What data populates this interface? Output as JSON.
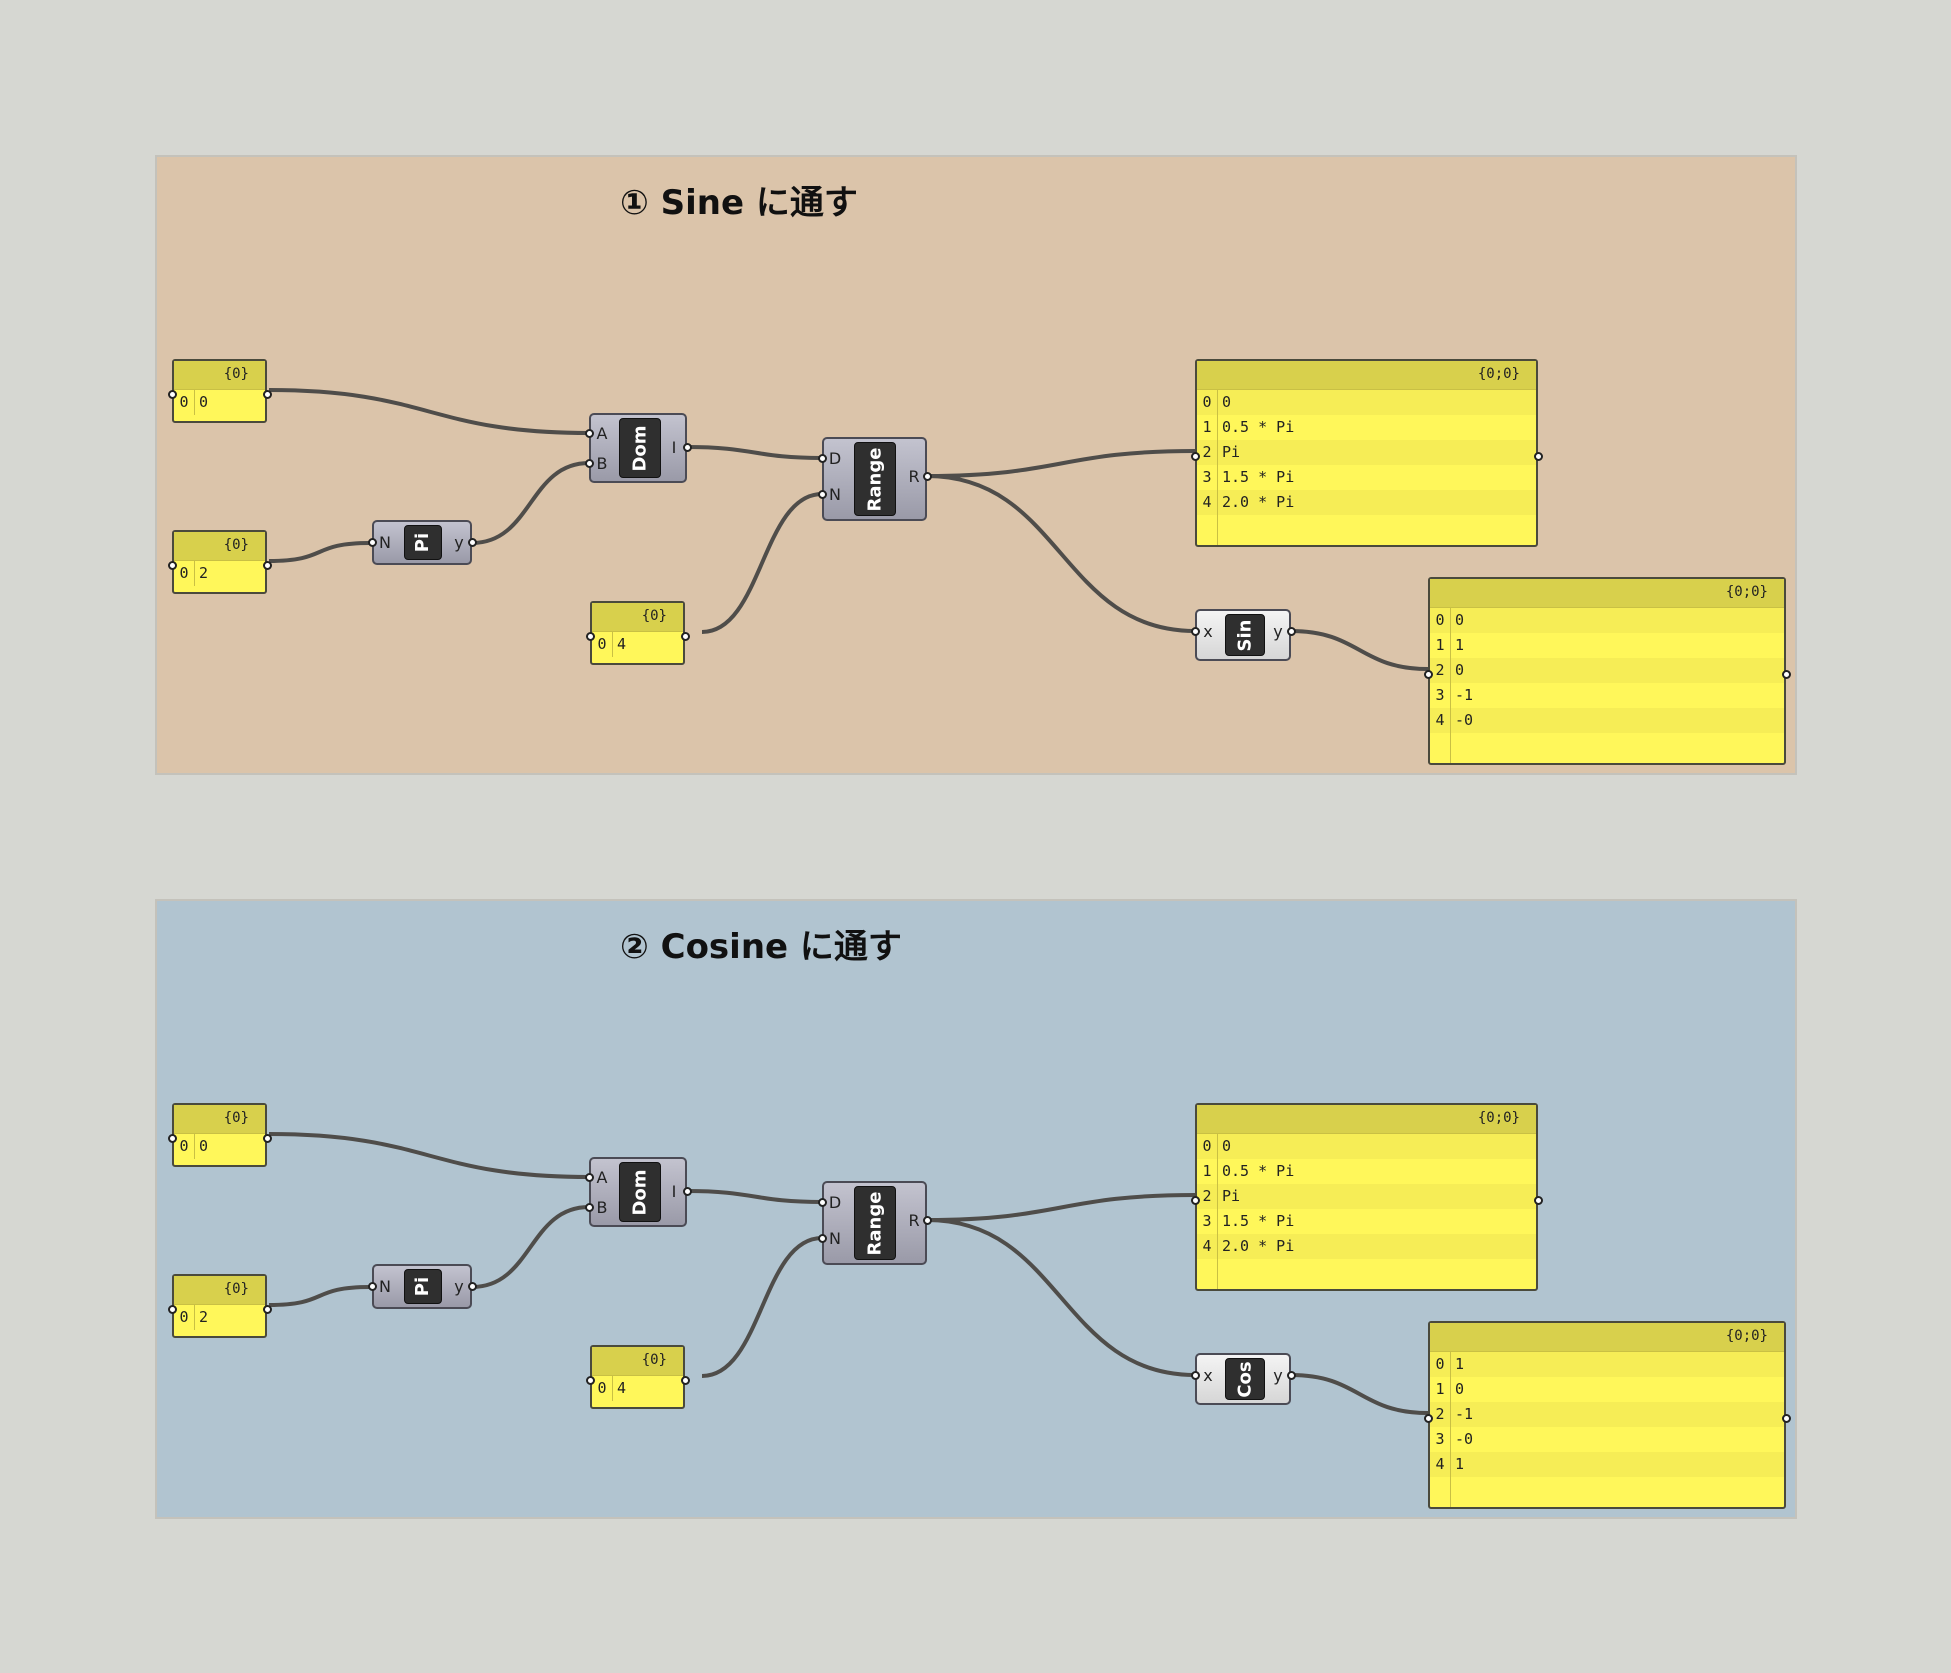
{
  "groups": [
    {
      "title": "① Sine に通す",
      "numA": {
        "header": "{0}",
        "index": "0",
        "value": "0"
      },
      "numB": {
        "header": "{0}",
        "index": "0",
        "value": "2"
      },
      "numN": {
        "header": "{0}",
        "index": "0",
        "value": "4"
      },
      "pi": {
        "in": "N",
        "label": "Pi",
        "out": "y"
      },
      "dom": {
        "inA": "A",
        "inB": "B",
        "label": "Dom",
        "out": "I"
      },
      "range": {
        "inD": "D",
        "inN": "N",
        "label": "Range",
        "out": "R"
      },
      "trig": {
        "in": "x",
        "label": "Sin",
        "out": "y"
      },
      "panel1": {
        "header": "{0;0}",
        "rows": [
          {
            "i": "0",
            "v": "0"
          },
          {
            "i": "1",
            "v": "0.5 * Pi"
          },
          {
            "i": "2",
            "v": "Pi"
          },
          {
            "i": "3",
            "v": "1.5 * Pi"
          },
          {
            "i": "4",
            "v": "2.0 * Pi"
          }
        ]
      },
      "panel2": {
        "header": "{0;0}",
        "rows": [
          {
            "i": "0",
            "v": "0"
          },
          {
            "i": "1",
            "v": "1"
          },
          {
            "i": "2",
            "v": "0"
          },
          {
            "i": "3",
            "v": "-1"
          },
          {
            "i": "4",
            "v": "-0"
          }
        ]
      }
    },
    {
      "title": "② Cosine に通す",
      "numA": {
        "header": "{0}",
        "index": "0",
        "value": "0"
      },
      "numB": {
        "header": "{0}",
        "index": "0",
        "value": "2"
      },
      "numN": {
        "header": "{0}",
        "index": "0",
        "value": "4"
      },
      "pi": {
        "in": "N",
        "label": "Pi",
        "out": "y"
      },
      "dom": {
        "inA": "A",
        "inB": "B",
        "label": "Dom",
        "out": "I"
      },
      "range": {
        "inD": "D",
        "inN": "N",
        "label": "Range",
        "out": "R"
      },
      "trig": {
        "in": "x",
        "label": "Cos",
        "out": "y"
      },
      "panel1": {
        "header": "{0;0}",
        "rows": [
          {
            "i": "0",
            "v": "0"
          },
          {
            "i": "1",
            "v": "0.5 * Pi"
          },
          {
            "i": "2",
            "v": "Pi"
          },
          {
            "i": "3",
            "v": "1.5 * Pi"
          },
          {
            "i": "4",
            "v": "2.0 * Pi"
          }
        ]
      },
      "panel2": {
        "header": "{0;0}",
        "rows": [
          {
            "i": "0",
            "v": "1"
          },
          {
            "i": "1",
            "v": "0"
          },
          {
            "i": "2",
            "v": "-1"
          },
          {
            "i": "3",
            "v": "-0"
          },
          {
            "i": "4",
            "v": "1"
          }
        ]
      }
    }
  ],
  "colors": {
    "canvas": "#d6d7d2",
    "group1": "#dbc4aa",
    "group2": "#b1c4d0",
    "panel": "#fff75a",
    "panel_header": "#d8d04c",
    "wire": "#4f4d4a"
  }
}
